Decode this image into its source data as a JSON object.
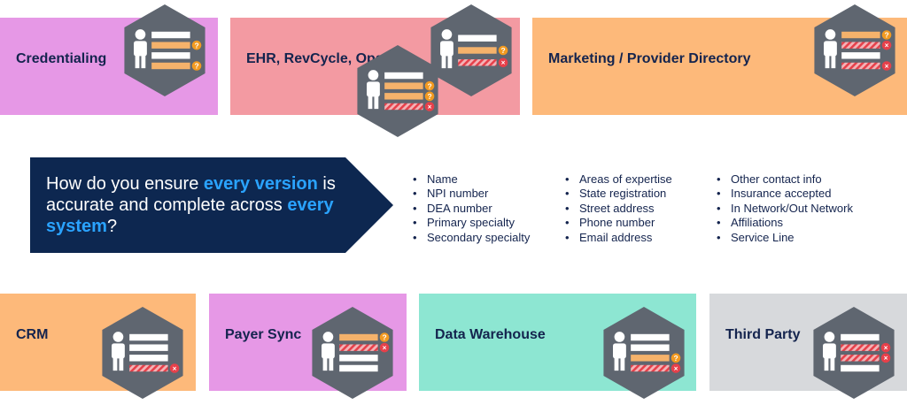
{
  "colors": {
    "pink": "#e698e6",
    "salmon": "#f39aa2",
    "orange": "#fdb97a",
    "teal": "#8de6d2",
    "gray": "#d7d9dc",
    "hexagon": "#5f6670",
    "navy": "#0d2750",
    "highlight_blue": "#2aa3ff",
    "warn_orange": "#f29a20",
    "error_red": "#e6404a"
  },
  "systems": {
    "credentialing": "Credentialing",
    "ehr": "EHR, RevCycle, Ops",
    "marketing": "Marketing / Provider Directory",
    "crm": "CRM",
    "payer_sync": "Payer Sync",
    "data_warehouse": "Data Warehouse",
    "third_party": "Third Party"
  },
  "question": {
    "p1": "How do you ensure ",
    "h1": "every version",
    "p2": " is accurate and complete across ",
    "h2": "every system",
    "p3": "?"
  },
  "fields": {
    "col1": [
      "Name",
      "NPI number",
      "DEA number",
      "Primary specialty",
      "Secondary specialty"
    ],
    "col2": [
      "Areas of expertise",
      "State registration",
      "Street address",
      "Phone number",
      "Email address"
    ],
    "col3": [
      "Other contact info",
      "Insurance accepted",
      "In Network/Out Network",
      "Affiliations",
      "Service Line"
    ]
  },
  "profiles": {
    "credentialing": [
      "ok",
      "warn",
      "ok",
      "warn"
    ],
    "ehr_a": [
      "ok",
      "warn",
      "error"
    ],
    "ehr_b": [
      "ok",
      "warn",
      "warn",
      "error"
    ],
    "marketing": [
      "warn",
      "error",
      "ok",
      "error"
    ],
    "crm": [
      "ok",
      "ok",
      "ok",
      "error"
    ],
    "payer_sync": [
      "warn",
      "error",
      "ok",
      "ok"
    ],
    "data_warehouse": [
      "ok",
      "ok",
      "warn",
      "error"
    ],
    "third_party": [
      "ok",
      "error",
      "error",
      "ok"
    ]
  }
}
